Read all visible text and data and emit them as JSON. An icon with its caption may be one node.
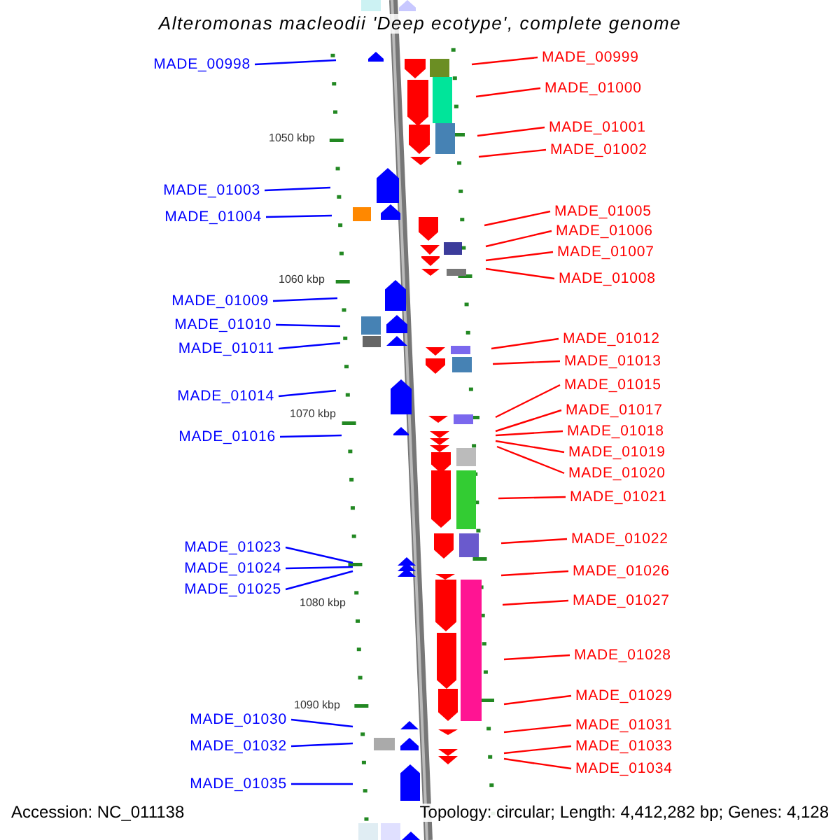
{
  "diagram": {
    "title": "Alteromonas macleodii 'Deep ecotype', complete genome",
    "nodes": [
      {
        "text": [
          "MADE_00999"
        ]
      },
      {
        "text": [
          "MADE_00998"
        ]
      },
      {
        "text": [
          "MADE_01000"
        ]
      },
      {
        "text": [
          "MADE_01001"
        ]
      },
      {
        "text": [
          "MADE_01002"
        ]
      },
      {
        "text": [
          "MADE_01003"
        ]
      },
      {
        "text": [
          "MADE_01005"
        ]
      },
      {
        "text": [
          "MADE_01004"
        ]
      },
      {
        "text": [
          "MADE_01006"
        ]
      },
      {
        "text": [
          "MADE_01007"
        ]
      },
      {
        "text": [
          "MADE_01008"
        ]
      },
      {
        "text": [
          "MADE_01009"
        ]
      },
      {
        "text": [
          "MADE_01010"
        ]
      },
      {
        "text": [
          "MADE_01012"
        ]
      },
      {
        "text": [
          "MADE_01011"
        ]
      },
      {
        "text": [
          "MADE_01013"
        ]
      },
      {
        "text": [
          "MADE_01015"
        ]
      },
      {
        "text": [
          "MADE_01014"
        ]
      },
      {
        "text": [
          "MADE_01017"
        ]
      },
      {
        "text": [
          "MADE_01018"
        ]
      },
      {
        "text": [
          "MADE_01016"
        ]
      },
      {
        "text": [
          "MADE_01019"
        ]
      },
      {
        "text": [
          "MADE_01020"
        ]
      },
      {
        "text": [
          "MADE_01021"
        ]
      },
      {
        "text": [
          "MADE_01022"
        ]
      },
      {
        "text": [
          "MADE_01023"
        ]
      },
      {
        "text": [
          "MADE_01024"
        ]
      },
      {
        "text": [
          "MADE_01026"
        ]
      },
      {
        "text": [
          "MADE_01025"
        ]
      },
      {
        "text": [
          "MADE_01027"
        ]
      },
      {
        "text": [
          "MADE_01028"
        ]
      },
      {
        "text": [
          "MADE_01029"
        ]
      },
      {
        "text": [
          "MADE_01030"
        ]
      },
      {
        "text": [
          "MADE_01031"
        ]
      },
      {
        "text": [
          "MADE_01033"
        ]
      },
      {
        "text": [
          "MADE_01032"
        ]
      },
      {
        "text": [
          "MADE_01034"
        ]
      },
      {
        "text": [
          "MADE_01035"
        ]
      }
    ],
    "edges": [
      {
        "from": 0,
        "to": null,
        "arrow": "none"
      },
      {
        "from": 1,
        "to": null,
        "arrow": "none",
        "color": "#0000ff"
      },
      {
        "from": 2,
        "to": null,
        "arrow": "none"
      },
      {
        "from": 3,
        "to": null,
        "arrow": "none"
      },
      {
        "from": 4,
        "to": null,
        "arrow": "none"
      },
      {
        "from": 5,
        "to": null,
        "arrow": "none",
        "color": "#0000ff"
      },
      {
        "from": 6,
        "to": null,
        "arrow": "none"
      },
      {
        "from": 7,
        "to": null,
        "arrow": "none",
        "color": "#0000ff"
      },
      {
        "from": 8,
        "to": null,
        "arrow": "none"
      },
      {
        "from": 9,
        "to": null,
        "arrow": "none"
      },
      {
        "from": 10,
        "to": null,
        "arrow": "none"
      },
      {
        "from": 11,
        "to": null,
        "arrow": "none",
        "color": "#0000ff"
      },
      {
        "from": 12,
        "to": null,
        "arrow": "none",
        "color": "#0000ff"
      },
      {
        "from": 13,
        "to": null,
        "arrow": "none"
      },
      {
        "from": 14,
        "to": null,
        "arrow": "none",
        "color": "#0000ff"
      },
      {
        "from": 15,
        "to": null,
        "arrow": "none"
      },
      {
        "from": 16,
        "to": null,
        "arrow": "none"
      },
      {
        "from": 17,
        "to": null,
        "arrow": "none",
        "color": "#0000ff"
      },
      {
        "from": 18,
        "to": null,
        "arrow": "none"
      },
      {
        "from": 19,
        "to": null,
        "arrow": "none"
      },
      {
        "from": 20,
        "to": null,
        "arrow": "none",
        "color": "#0000ff"
      },
      {
        "from": 21,
        "to": null,
        "arrow": "none"
      },
      {
        "from": 22,
        "to": null,
        "arrow": "none"
      },
      {
        "from": 23,
        "to": null,
        "arrow": "none"
      },
      {
        "from": 24,
        "to": null,
        "arrow": "none"
      },
      {
        "from": 25,
        "to": null,
        "arrow": "none",
        "color": "#0000ff"
      },
      {
        "from": 26,
        "to": null,
        "arrow": "none",
        "color": "#0000ff"
      },
      {
        "from": 27,
        "to": null,
        "arrow": "none"
      },
      {
        "from": 28,
        "to": null,
        "arrow": "none",
        "color": "#0000ff"
      },
      {
        "from": 29,
        "to": null,
        "arrow": "none"
      },
      {
        "from": 30,
        "to": null,
        "arrow": "none"
      },
      {
        "from": 31,
        "to": null,
        "arrow": "none"
      },
      {
        "from": 32,
        "to": null,
        "arrow": "none",
        "color": "#0000ff"
      },
      {
        "from": 33,
        "to": null,
        "arrow": "none"
      },
      {
        "from": 34,
        "to": null,
        "arrow": "none"
      },
      {
        "from": 35,
        "to": null,
        "arrow": "none",
        "color": "#0000ff"
      },
      {
        "from": 36,
        "to": null,
        "arrow": "none"
      },
      {
        "from": 37,
        "to": null,
        "arrow": "none",
        "color": "#0000ff"
      }
    ],
    "labels": [
      "1050 kbp",
      "1060 kbp",
      "1070 kbp",
      "1080 kbp",
      "1090 kbp",
      "Accession: NC_011138",
      "Topology: circular; Length: 4,412,282 bp; Genes: 4,128"
    ]
  }
}
